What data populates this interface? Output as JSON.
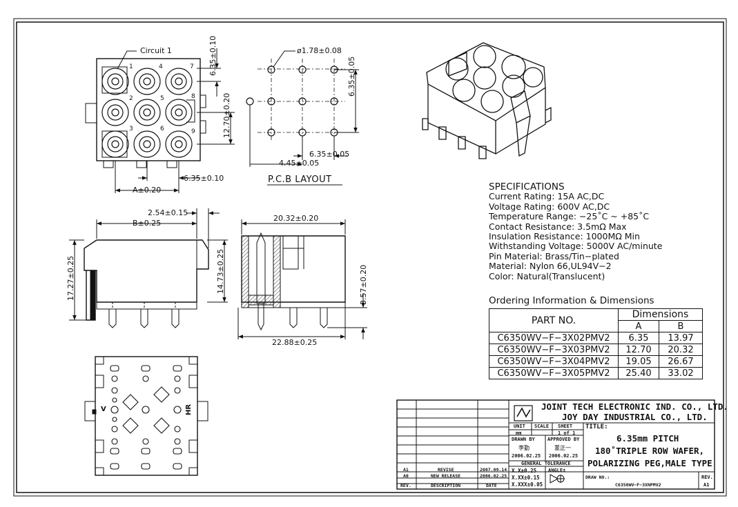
{
  "views": {
    "front": {
      "circuit_label": "Circuit 1",
      "pin_numbers": [
        "1",
        "4",
        "7",
        "2",
        "5",
        "8",
        "3",
        "6",
        "9"
      ],
      "dim_pitch_v": "6.35±0.10",
      "dim_span": "12.70±0.20",
      "dim_pitch_h": "6.35±0.10",
      "dim_a": "A±0.20"
    },
    "pcb": {
      "hole_dia": "ø1.78±0.08",
      "dim_pitch_v": "6.35±0.05",
      "dim_pitch_h": "6.35±0.05",
      "dim_offset": "4.45±0.05",
      "caption": "P.C.B LAYOUT"
    },
    "side": {
      "dim_peg": "2.54±0.15",
      "dim_b": "B±0.25",
      "dim_height": "17.27±0.25",
      "dim_body": "14.73±0.25"
    },
    "section": {
      "dim_top": "20.32±0.20",
      "dim_tail": "3.57±0.20",
      "dim_bottom": "22.88±0.25"
    },
    "bottom": {
      "mark_left": "V",
      "mark_right": "HR"
    }
  },
  "specifications": {
    "heading": "SPECIFICATIONS",
    "lines": [
      "Current Rating: 15A AC,DC",
      "Voltage Rating: 600V AC,DC",
      "Temperature Range: −25˚C ~ +85˚C",
      "Contact Resistance: 3.5mΩ Max",
      "Insulation Resistance: 1000MΩ Min",
      "Withstanding Voltage: 5000V AC/minute",
      "Pin Material: Brass/Tin−plated",
      "Material: Nylon 66,UL94V−2",
      "Color: Natural(Translucent)"
    ]
  },
  "ordering": {
    "heading": "Ordering Information & Dimensions",
    "col_part": "PART NO.",
    "col_dims": "Dimensions",
    "col_a": "A",
    "col_b": "B",
    "rows": [
      {
        "part": "C6350WV−F−3X02PMV2",
        "a": "6.35",
        "b": "13.97"
      },
      {
        "part": "C6350WV−F−3X03PMV2",
        "a": "12.70",
        "b": "20.32"
      },
      {
        "part": "C6350WV−F−3X04PMV2",
        "a": "19.05",
        "b": "26.67"
      },
      {
        "part": "C6350WV−F−3X05PMV2",
        "a": "25.40",
        "b": "33.02"
      }
    ]
  },
  "title_block": {
    "company1": "JOINT TECH ELECTRONIC IND. CO., LTD.",
    "company2": "JOY DAY INDUSTRIAL CO., LTD.",
    "title_label": "TITLE:",
    "title1": "6.35mm PITCH",
    "title2": "180˚TRIPLE ROW WAFER,",
    "title3": "POLARIZING PEG,MALE TYPE",
    "unit_label": "UNIT",
    "unit_value": "mm",
    "scale_label": "SCALE",
    "sheet_label": "SHEET",
    "sheet_value": "1 of 1",
    "drawn_label": "DRAWN BY",
    "drawn_name": "李勤",
    "drawn_date": "2006.02.25",
    "approved_label": "APPROVED BY",
    "approved_name": "董正一",
    "approved_date": "2006.02.25",
    "general_tol": "GENERAL TOLERANCE",
    "tol1": "X.X±0.25",
    "tol2": "X.XX±0.15",
    "tol3": "X.XXX±0.05",
    "angle_label": "ANGLE±",
    "draw_no_label": "DRAW NO.:",
    "draw_no": "C6350WV−F−3XNPMV2",
    "rev_label": "REV.",
    "rev_value": "A1",
    "revisions": [
      {
        "rev": "A1",
        "desc": "REVISE",
        "date": "2007.09.14"
      },
      {
        "rev": "A0",
        "desc": "NEW RELEASE",
        "date": "2006.02.25"
      }
    ],
    "hdr_rev": "REV.",
    "hdr_desc": "DESCRIPTION",
    "hdr_date": "DATE"
  }
}
